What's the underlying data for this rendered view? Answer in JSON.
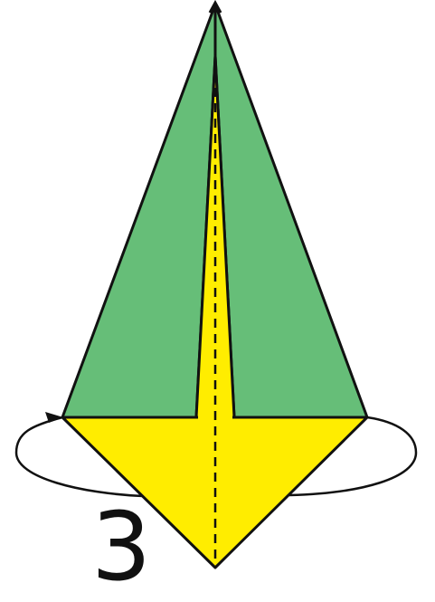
{
  "step": {
    "number": "3"
  },
  "colors": {
    "green": "#66be78",
    "yellow": "#ffed00",
    "outline": "#111111",
    "background": "#ffffff"
  },
  "marks": {
    "fold_line": "dashed-valley-fold",
    "arrow": "turn-over-arrow"
  }
}
